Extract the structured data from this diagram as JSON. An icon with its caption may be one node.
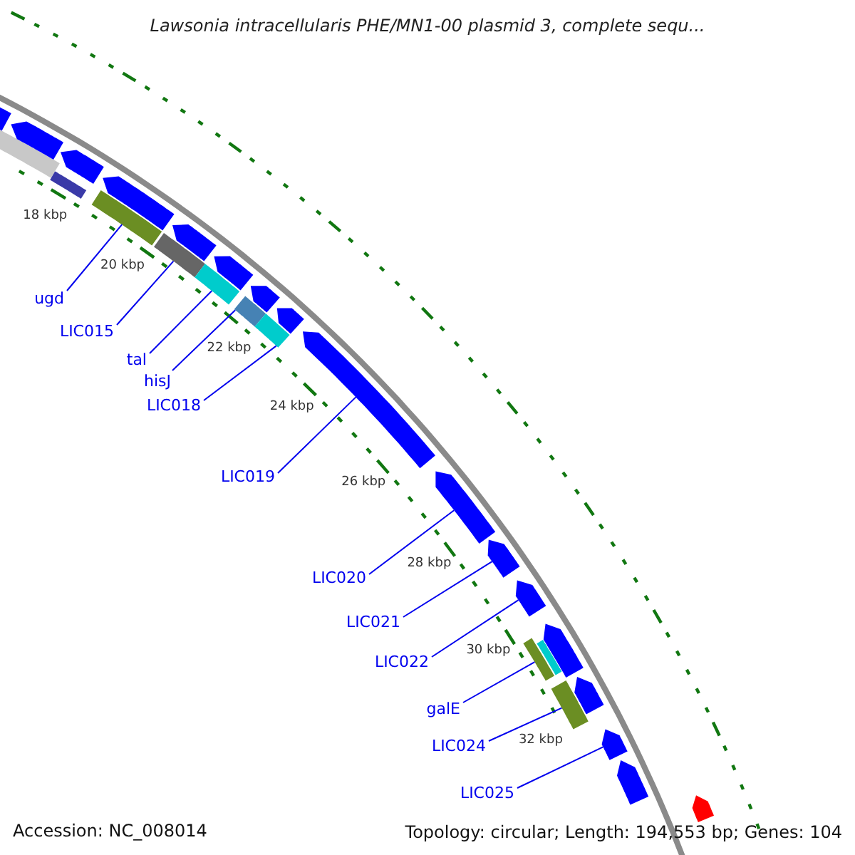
{
  "diagram": {
    "title": "Lawsonia intracellularis PHE/MN1-00 plasmid 3, complete sequ...",
    "nodes": [
      {
        "text": [
          "ugd"
        ]
      },
      {
        "text": [
          "LIC015"
        ]
      },
      {
        "text": [
          "tal"
        ]
      },
      {
        "text": [
          "hisJ"
        ]
      },
      {
        "text": [
          "LIC018"
        ]
      },
      {
        "text": [
          "LIC019"
        ]
      },
      {
        "text": [
          "LIC020"
        ]
      },
      {
        "text": [
          "LIC021"
        ]
      },
      {
        "text": [
          "LIC022"
        ]
      },
      {
        "text": [
          "galE"
        ]
      },
      {
        "text": [
          "LIC024"
        ]
      },
      {
        "text": [
          "LIC025"
        ]
      },
      {
        "text": [],
        "shape": "arrow"
      },
      {
        "text": [],
        "shape": "bar"
      },
      {
        "text": [],
        "shape": "arrow"
      },
      {
        "text": [],
        "shape": "arrow"
      },
      {
        "text": [],
        "shape": "bar"
      },
      {
        "text": [],
        "shape": "arrow"
      },
      {
        "text": [],
        "shape": "bar"
      },
      {
        "text": [],
        "shape": "bar"
      },
      {
        "text": [],
        "shape": "arrow"
      },
      {
        "text": [],
        "shape": "bar"
      },
      {
        "text": [],
        "shape": "arrow"
      },
      {
        "text": [],
        "shape": "arrow"
      },
      {
        "text": [],
        "shape": "bar"
      },
      {
        "text": [],
        "shape": "bar"
      },
      {
        "text": [],
        "shape": "arrow"
      },
      {
        "text": [],
        "shape": "arrow"
      },
      {
        "text": [],
        "shape": "arrow"
      },
      {
        "text": [],
        "shape": "arrow"
      },
      {
        "text": [],
        "shape": "arrow"
      },
      {
        "text": [],
        "shape": "arrow"
      },
      {
        "text": [],
        "shape": "bar"
      },
      {
        "text": [],
        "shape": "bar"
      },
      {
        "text": [],
        "shape": "bar"
      },
      {
        "text": [],
        "shape": "arrow"
      },
      {
        "text": [],
        "shape": "arrow"
      },
      {
        "text": [],
        "shape": "arrow"
      },
      {
        "text": [],
        "shape": "arrow"
      }
    ],
    "edges": [
      {
        "from": 0,
        "to": 18,
        "arrow": "none"
      },
      {
        "from": 1,
        "to": 19,
        "arrow": "none"
      },
      {
        "from": 2,
        "to": 21,
        "arrow": "none"
      },
      {
        "from": 3,
        "to": 24,
        "arrow": "none"
      },
      {
        "from": 4,
        "to": 25,
        "arrow": "none"
      },
      {
        "from": 5,
        "to": 27,
        "arrow": "none"
      },
      {
        "from": 6,
        "to": 28,
        "arrow": "none"
      },
      {
        "from": 7,
        "to": 29,
        "arrow": "none"
      },
      {
        "from": 8,
        "to": 30,
        "arrow": "none"
      },
      {
        "from": 9,
        "to": 32,
        "arrow": "none"
      },
      {
        "from": 10,
        "to": 34,
        "arrow": "none"
      },
      {
        "from": 11,
        "to": 36,
        "arrow": "none"
      }
    ],
    "labels": [
      "18 kbp",
      "20 kbp",
      "22 kbp",
      "24 kbp",
      "26 kbp",
      "28 kbp",
      "30 kbp",
      "32 kbp",
      "Accession: NC_008014",
      "Topology: circular; Length: 194,553 bp; Genes: 104"
    ]
  }
}
